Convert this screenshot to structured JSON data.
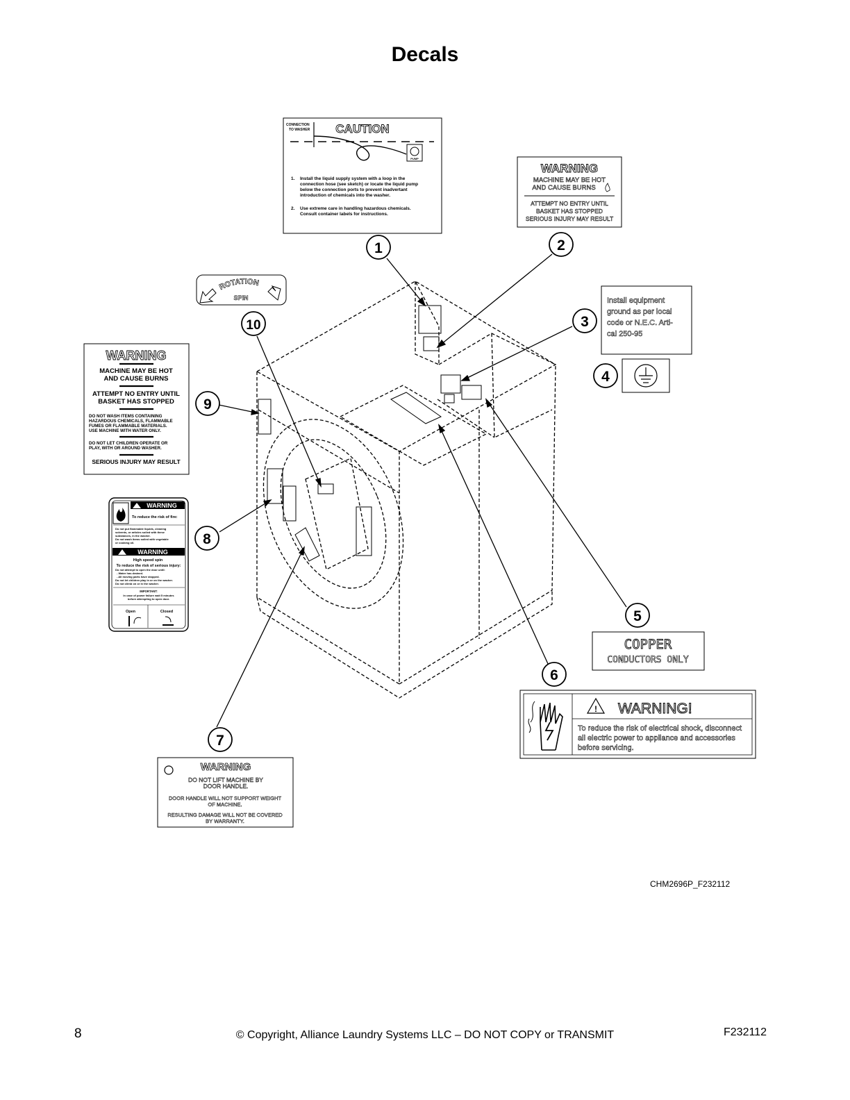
{
  "page": {
    "title": "Decals",
    "figure_id": "CHM2696P_F232112",
    "page_number": "8",
    "copyright": "© Copyright, Alliance Laundry Systems LLC – DO NOT COPY or TRANSMIT",
    "doc_code": "F232112"
  },
  "callouts": [
    "1",
    "2",
    "3",
    "4",
    "5",
    "6",
    "7",
    "8",
    "9",
    "10"
  ],
  "decals": {
    "caution": {
      "conn_label_1": "CONNECTION",
      "conn_label_2": "TO WASHER",
      "heading": "CAUTION",
      "pump_label": "PUMP",
      "items": [
        {
          "num": "1.",
          "lines": [
            "Install the liquid supply system with a loop in the",
            "connection hose (see sketch) or locate the liquid pump",
            "below the connection ports to prevent inadvertant",
            "introduction of chemicals into the washer."
          ]
        },
        {
          "num": "2.",
          "lines": [
            "Use extreme care in handling hazardous chemicals.",
            "Consult container labels for instructions."
          ]
        }
      ]
    },
    "warning_hot": {
      "heading": "WARNING",
      "lines": [
        "MACHINE MAY BE HOT",
        "AND CAUSE BURNS",
        "ATTEMPT NO ENTRY UNTIL",
        "BASKET HAS STOPPED",
        "SERIOUS INJURY MAY RESULT"
      ]
    },
    "ground_note": {
      "lines": [
        "Install equipment",
        "ground as per local",
        "code or N.E.C. Arti-",
        "cal 250-95"
      ]
    },
    "copper": {
      "line1": "COPPER",
      "line2": "CONDUCTORS ONLY"
    },
    "electric_warning": {
      "heading": "WARNING!",
      "lines": [
        "To reduce the risk of electrical shock, disconnect",
        "all electric power to appliance and accessories",
        "before servicing."
      ]
    },
    "door_handle": {
      "heading": "WARNING",
      "lines": [
        "DO NOT LIFT MACHINE BY",
        "DOOR HANDLE.",
        "DOOR HANDLE WILL NOT SUPPORT WEIGHT",
        "OF MACHINE.",
        "RESULTING DAMAGE WILL NOT BE COVERED",
        "BY WARRANTY."
      ]
    },
    "fire_spin": {
      "heading1": "WARNING",
      "sub1": "To reduce the risk of fire:",
      "body1": [
        "Do not put flammable liquids, cleaning",
        "solvents, or articles soiled with these",
        "substances, in the washer.",
        "Do not wash items soiled with vegetable",
        "or cooking oil."
      ],
      "heading2": "WARNING",
      "sub2a": "High speed spin",
      "sub2b": "To reduce the risk of serious injury:",
      "body2": [
        "Do not attempt to open the door until:",
        "- Water has drained.",
        "- All moving parts have stopped.",
        "Do not let children play in or on the washer.",
        "Do not climb on or in the washer."
      ],
      "important": "IMPORTANT:",
      "important_lines": [
        "In case of power failure wait 5 minutes",
        "before attempting to open door."
      ],
      "open_label": "Open",
      "closed_label": "Closed"
    },
    "warning_large": {
      "heading": "WARNING",
      "bold_lines": [
        "MACHINE MAY BE HOT",
        "AND CAUSE BURNS",
        "ATTEMPT NO ENTRY UNTIL",
        "BASKET HAS STOPPED"
      ],
      "small1": [
        "DO NOT WASH ITEMS CONTAINING",
        "HAZARDOUS CHEMICALS, FLAMMABLE",
        "FUMES OR FLAMMABLE MATERIALS.",
        "USE MACHINE WITH WATER ONLY."
      ],
      "small2": [
        "DO NOT LET CHILDREN OPERATE OR",
        "PLAY, WITH OR AROUND WASHER."
      ],
      "footer": "SERIOUS INJURY MAY RESULT"
    },
    "rotation": {
      "word1": "ROTATION",
      "word2": "SPIN"
    }
  }
}
